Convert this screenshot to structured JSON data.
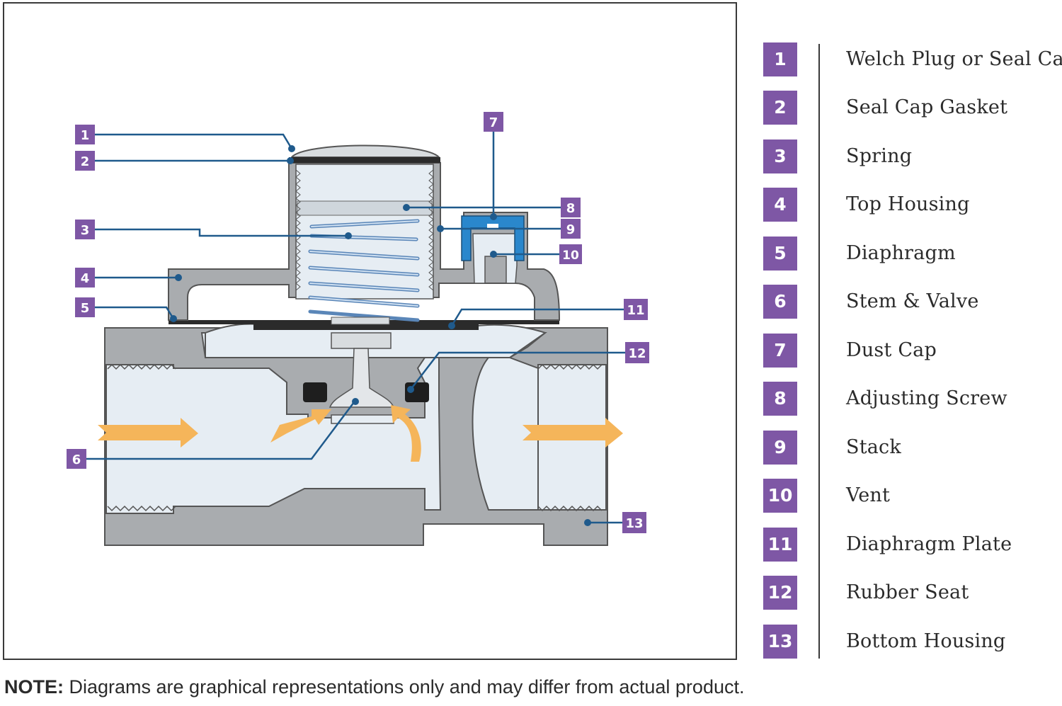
{
  "note": {
    "prefix": "NOTE:",
    "text": " Diagrams are graphical representations only and may differ from actual product."
  },
  "colors": {
    "badge": "#7e57a5",
    "housing": "#a9acaf",
    "interior": "#e6edf3",
    "leader": "#1f5a8c",
    "flow": "#f5b55a",
    "dust_cap": "#2a87cc",
    "spring": "#8fb3d9"
  },
  "parts": [
    {
      "num": "1",
      "label": "Welch Plug or Seal Cap"
    },
    {
      "num": "2",
      "label": "Seal Cap Gasket"
    },
    {
      "num": "3",
      "label": "Spring"
    },
    {
      "num": "4",
      "label": "Top Housing"
    },
    {
      "num": "5",
      "label": "Diaphragm"
    },
    {
      "num": "6",
      "label": "Stem & Valve"
    },
    {
      "num": "7",
      "label": "Dust Cap"
    },
    {
      "num": "8",
      "label": "Adjusting Screw"
    },
    {
      "num": "9",
      "label": "Stack"
    },
    {
      "num": "10",
      "label": "Vent"
    },
    {
      "num": "11",
      "label": "Diaphragm Plate"
    },
    {
      "num": "12",
      "label": "Rubber Seat"
    },
    {
      "num": "13",
      "label": "Bottom Housing"
    }
  ]
}
